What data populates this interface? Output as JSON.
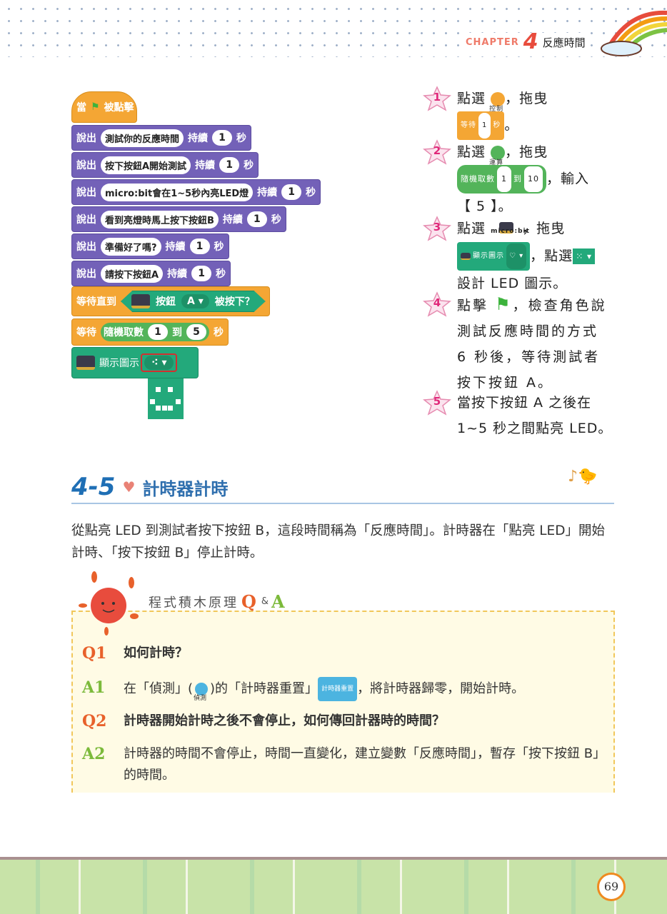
{
  "header": {
    "chapter_label": "CHAPTER",
    "chapter_no": "4",
    "chapter_title": "反應時間"
  },
  "script": {
    "hat": {
      "when": "當",
      "clicked": "被點擊"
    },
    "says": [
      {
        "verb": "說出",
        "text": "測試你的反應時間",
        "dur": "持續",
        "secs": "1",
        "unit": "秒"
      },
      {
        "verb": "說出",
        "text": "按下按鈕A開始測試",
        "dur": "持續",
        "secs": "1",
        "unit": "秒"
      },
      {
        "verb": "說出",
        "text": "micro:bit會在1~5秒內亮LED燈",
        "dur": "持續",
        "secs": "1",
        "unit": "秒"
      },
      {
        "verb": "說出",
        "text": "看到亮燈時馬上按下按鈕B",
        "dur": "持續",
        "secs": "1",
        "unit": "秒"
      },
      {
        "verb": "說出",
        "text": "準備好了嗎?",
        "dur": "持續",
        "secs": "1",
        "unit": "秒"
      },
      {
        "verb": "說出",
        "text": "請按下按鈕A",
        "dur": "持續",
        "secs": "1",
        "unit": "秒"
      }
    ],
    "wait_until": {
      "label": "等待直到",
      "button": "按鈕",
      "key": "A",
      "pressed": "被按下？"
    },
    "wait": {
      "label": "等待",
      "random": "隨機取數",
      "from": "1",
      "to_word": "到",
      "to": "5",
      "unit": "秒"
    },
    "show": {
      "label": "顯示圖示"
    }
  },
  "steps": [
    {
      "n": "1",
      "a": "點選",
      "cat": "控制",
      "b": "，拖曳",
      "blk_label": "等待",
      "blk_num": "1",
      "blk_unit": "秒",
      "c": "。"
    },
    {
      "n": "2",
      "a": "點選",
      "cat": "運算",
      "b": "，拖曳",
      "blk_label": "隨機取數",
      "blk_from": "1",
      "blk_to_word": "到",
      "blk_to": "10",
      "c": "，輸入",
      "d": "【 5 】。"
    },
    {
      "n": "3",
      "a": "點選",
      "cat": "micro:bit",
      "b": "，拖曳",
      "blk_label": "顯示圖示",
      "c": "，點選",
      "d": "設計 LED 圖示。"
    },
    {
      "n": "4",
      "text": "點擊 ，檢查角色說測試反應時間的方式 6 秒後，等待測試者按下按鈕 A。",
      "a": "點擊",
      "b": "，檢查角色說測試反應時間的方式 6 秒後，等待測試者按下按鈕 A。"
    },
    {
      "n": "5",
      "text": "當按下按鈕 A 之後在 1~5 秒之間點亮 LED。"
    }
  ],
  "section": {
    "number": "4-5",
    "title": "計時器計時"
  },
  "paragraph": "從點亮 LED 到測試者按下按鈕 B，這段時間稱為「反應時間」。計時器在「點亮 LED」開始計時、「按下按鈕 B」停止計時。",
  "qa": {
    "heading": "程式積木原理",
    "q": "Q",
    "amp": "&",
    "a": "A",
    "items": [
      {
        "label": "Q1",
        "text": "如何計時？"
      },
      {
        "label": "A1",
        "pre": "在「偵測」(",
        "cat": "偵測",
        "mid": ")的「計時器重置」",
        "blk": "計時器重置",
        "post": "，將計時器歸零，開始計時。"
      },
      {
        "label": "Q2",
        "text": "計時器開始計時之後不會停止，如何傳回計器時的時間？"
      },
      {
        "label": "A2",
        "text": "計時器的時間不會停止，時間一直變化，建立變數「反應時間」，暫存「按下按鈕 B」的時間。"
      }
    ]
  },
  "page_number": "69",
  "colors": {
    "say": "#7361b8",
    "control": "#f4a634",
    "microbit": "#23a97b",
    "operator": "#53b45a",
    "section": "#1f6fb5"
  }
}
